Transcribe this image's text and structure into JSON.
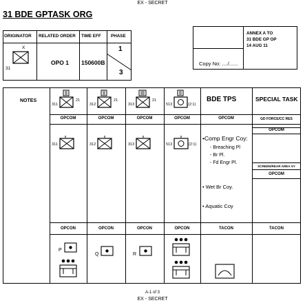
{
  "classification": {
    "top": "EX - SECRET",
    "bottom": "EX - SECRET"
  },
  "title": "31 BDE GPTASK ORG",
  "header": {
    "originator_label": "ORIGINATOR",
    "related_order_label": "RELATED ORDER",
    "time_eff_label": "TIME EFF",
    "phase_label": "PHASE",
    "originator_unit": "31",
    "originator_echelon": "X",
    "related_order": "OPO 1",
    "time_eff": "150600B",
    "phase_top": "1",
    "phase_bottom": "3",
    "copy_no": "Copy No: ..../......",
    "annex": "ANNEX A TO",
    "annex_ref": "31 BDE GP OP",
    "annex_date": "14 AUG 11"
  },
  "table": {
    "notes_label": "NOTES",
    "bde_tps_label": "BDE TPS",
    "special_task_label": "SPECIAL TASK",
    "col_units": [
      {
        "designator": "311",
        "higher": "21"
      },
      {
        "designator": "312",
        "higher": "21"
      },
      {
        "designator": "313",
        "higher": "21"
      },
      {
        "designator": "513",
        "higher": "(2:1)"
      }
    ],
    "opcom_label": "OPCOM",
    "row2_units": [
      "311",
      "312",
      "313",
      "513"
    ],
    "row2_513_suffix": "(2:1)",
    "bde_tps": {
      "comp_engr": "Comp Engr Coy:",
      "items": [
        "- Breaching Pl",
        "- Br Pl.",
        "- Fd Engr Pl."
      ],
      "wet_br": "Wet Br Coy.",
      "aquatic": "Aquatic Coy"
    },
    "special": {
      "gd_force": "GD FORCE/CC RES",
      "opcom_1": "OPCOM",
      "screen": "SCREEN/REAR AREA SY",
      "opcom_2": "OPCOM",
      "tacon": "TACON"
    },
    "opcon_label": "OPCON",
    "tacon_label": "TACON",
    "bottom_units": [
      "P",
      "Q",
      "R"
    ]
  },
  "footer": {
    "page": "A-1 of 3"
  }
}
